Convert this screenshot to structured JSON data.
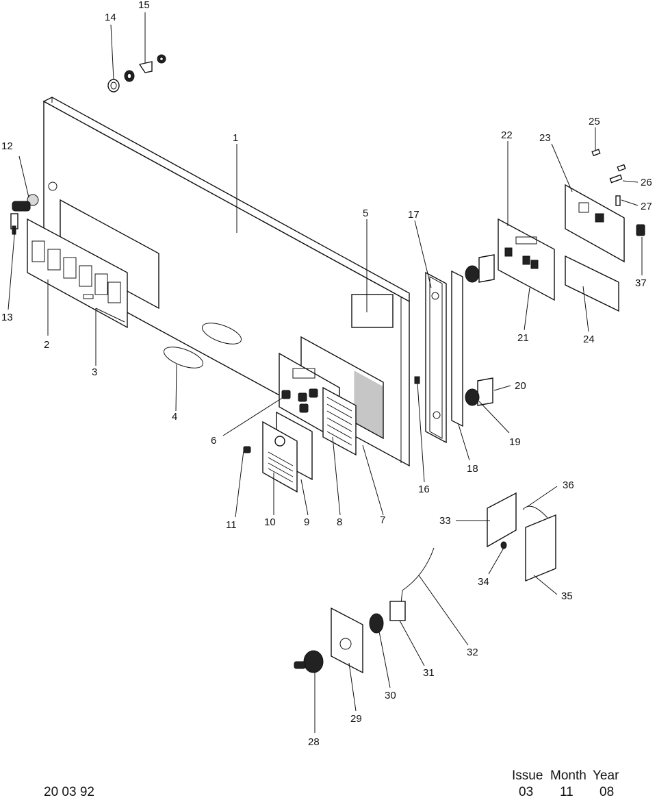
{
  "drawing_code": "20 03 92",
  "issue": {
    "issue_label": "Issue",
    "month_label": "Month",
    "year_label": "Year",
    "issue_value": "03",
    "month_value": "11",
    "year_value": "08"
  },
  "callouts": [
    "1",
    "2",
    "3",
    "4",
    "5",
    "6",
    "7",
    "8",
    "9",
    "10",
    "11",
    "12",
    "13",
    "14",
    "15",
    "16",
    "17",
    "18",
    "19",
    "20",
    "21",
    "22",
    "23",
    "24",
    "25",
    "26",
    "27",
    "28",
    "29",
    "30",
    "31",
    "32",
    "33",
    "34",
    "35",
    "36",
    "37"
  ]
}
